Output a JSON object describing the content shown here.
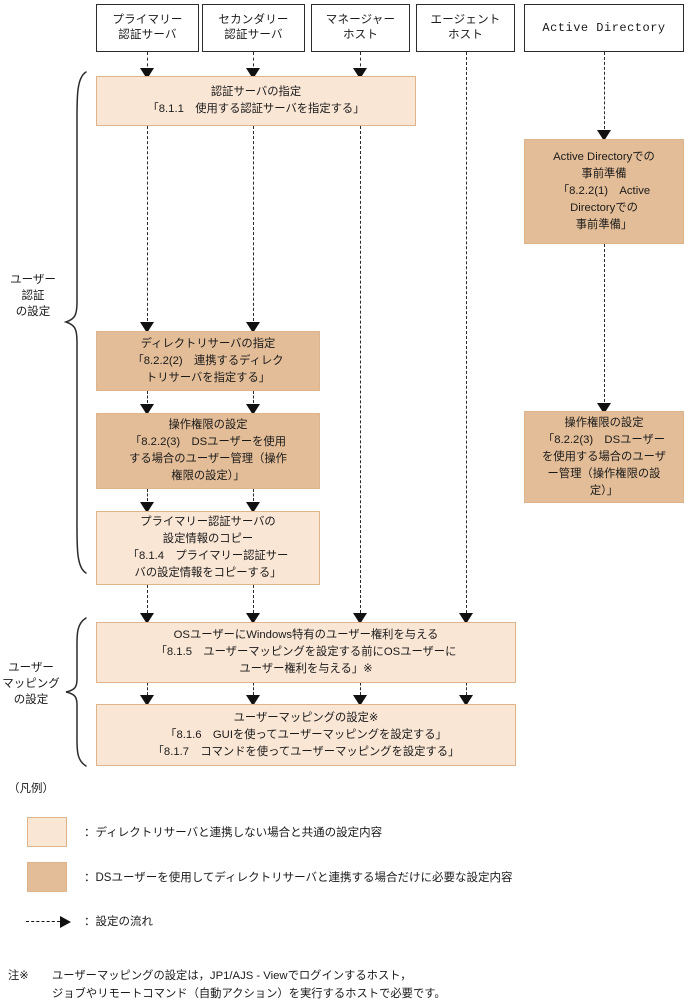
{
  "diagram": {
    "columns": [
      {
        "id": "primary-auth-server",
        "label": "プライマリー\n認証サーバ",
        "mono": false
      },
      {
        "id": "secondary-auth-server",
        "label": "セカンダリー\n認証サーバ",
        "mono": false
      },
      {
        "id": "manager-host",
        "label": "マネージャー\nホスト",
        "mono": false
      },
      {
        "id": "agent-host",
        "label": "エージェント\nホスト",
        "mono": false
      },
      {
        "id": "active-directory",
        "label": "Active Directory",
        "mono": true
      }
    ],
    "section_labels": [
      {
        "id": "user-authentication-settings",
        "label": "ユーザー\n認証\nの設定"
      },
      {
        "id": "user-mapping-settings",
        "label": "ユーザー\nマッピング\nの設定"
      }
    ],
    "steps": [
      {
        "id": "specify-auth-server",
        "shade": "light",
        "text": "認証サーバの指定\n「8.1.1　使用する認証サーバを指定する」"
      },
      {
        "id": "active-directory-preparation",
        "shade": "dark",
        "text": "Active Directoryでの\n事前準備\n「8.2.2(1)　Active\nDirectoryでの\n事前準備」"
      },
      {
        "id": "specify-directory-server",
        "shade": "dark",
        "text": "ディレクトリサーバの指定\n「8.2.2(2)　連携するディレク\nトリサーバを指定する」"
      },
      {
        "id": "set-operation-permissions",
        "shade": "dark",
        "text": "操作権限の設定\n「8.2.2(3)　DSユーザーを使用\nする場合のユーザー管理（操作\n権限の設定）」"
      },
      {
        "id": "copy-primary-auth-server-settings",
        "shade": "light",
        "text": "プライマリー認証サーバの\n設定情報のコピー\n「8.1.4　プライマリー認証サー\nバの設定情報をコピーする」"
      },
      {
        "id": "set-operation-permissions-ad",
        "shade": "dark",
        "text": "操作権限の設定\n「8.2.2(3)　DSユーザー\nを使用する場合のユーザ\nー管理（操作権限の設\n定）」"
      },
      {
        "id": "grant-windows-user-rights",
        "shade": "light",
        "text": "OSユーザーにWindows特有のユーザー権利を与える\n「8.1.5　ユーザーマッピングを設定する前にOSユーザーに\nユーザー権利を与える」※"
      },
      {
        "id": "configure-user-mapping",
        "shade": "light",
        "text": "ユーザーマッピングの設定※\n「8.1.6　GUIを使ってユーザーマッピングを設定する」\n「8.1.7　コマンドを使ってユーザーマッピングを設定する」"
      }
    ]
  },
  "legend": {
    "title": "（凡例）",
    "entries": [
      {
        "id": "legend-light",
        "shade": "light",
        "text": "：ディレクトリサーバと連携しない場合と共通の設定内容"
      },
      {
        "id": "legend-dark",
        "shade": "dark",
        "text": "：DSユーザーを使用してディレクトリサーバと連携する場合だけに必要な設定内容"
      }
    ],
    "flow_entry": {
      "id": "legend-flow",
      "text": "：設定の流れ"
    }
  },
  "footnote": {
    "marker": "注※",
    "text": "ユーザーマッピングの設定は，JP1/AJS - Viewでログインするホスト，\nジョブやリモートコマンド（自動アクション）を実行するホストで必要です。"
  },
  "colors": {
    "light_fill": "#fae6d5",
    "dark_fill": "#e3bd98",
    "box_border": "#e0b48a",
    "line": "#2b2b2b"
  }
}
